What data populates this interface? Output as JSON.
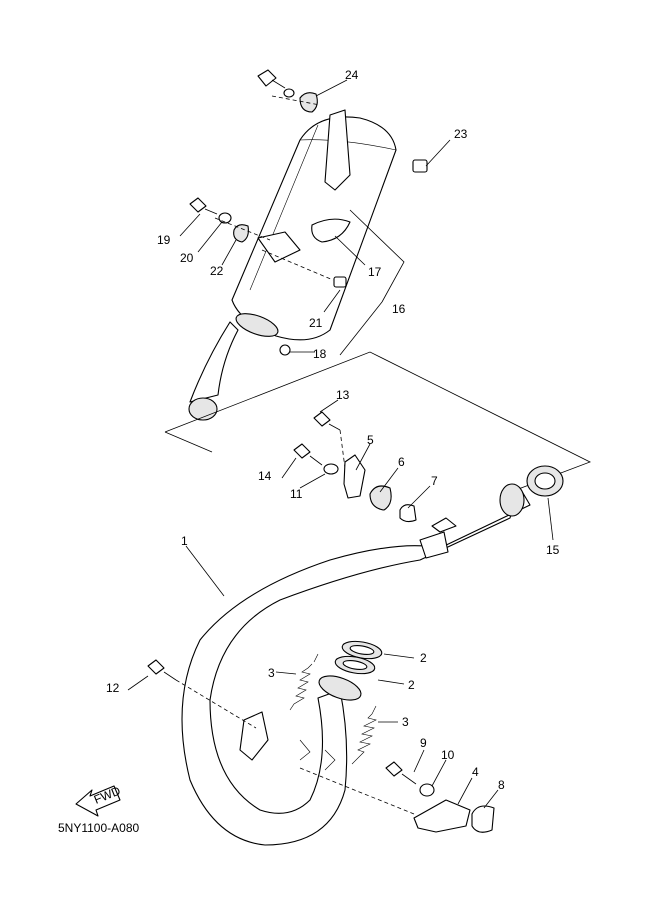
{
  "diagram_code": "5NY1100-A080",
  "fwd_label": "FWD",
  "callouts": {
    "c1": "1",
    "c2a": "2",
    "c2b": "2",
    "c3a": "3",
    "c3b": "3",
    "c4": "4",
    "c5": "5",
    "c6": "6",
    "c7": "7",
    "c8": "8",
    "c9": "9",
    "c10": "10",
    "c11": "11",
    "c12": "12",
    "c13": "13",
    "c14": "14",
    "c15": "15",
    "c16": "16",
    "c17": "17",
    "c18": "18",
    "c19": "19",
    "c20": "20",
    "c21": "21",
    "c22": "22",
    "c23": "23",
    "c24": "24"
  }
}
